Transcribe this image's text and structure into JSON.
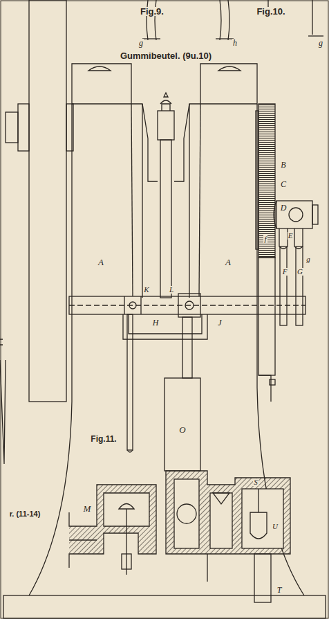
{
  "diagram": {
    "labels": [
      "Fig.9.",
      "Fig.10.",
      "g",
      "h",
      "g",
      "Gummibeutel. (9u.10)",
      "B",
      "C",
      "D",
      "E",
      "f",
      "g",
      "F",
      "G",
      "A",
      "A",
      "K",
      "L",
      "H",
      "J",
      "Fig.11.",
      "O",
      "M",
      "S",
      "U",
      "T",
      "r. (11-14)"
    ]
  }
}
